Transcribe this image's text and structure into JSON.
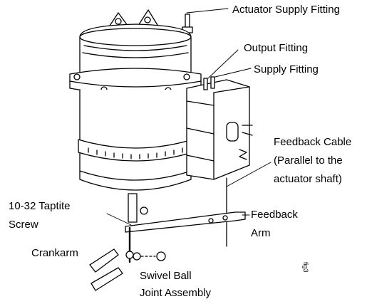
{
  "labels": {
    "actuator_supply_fitting": "Actuator Supply Fitting",
    "output_fitting": "Output Fitting",
    "supply_fitting": "Supply Fitting",
    "feedback_cable": "Feedback Cable",
    "feedback_cable_note_1": "(Parallel to the",
    "feedback_cable_note_2": "actuator shaft)",
    "taptite_1": "10-32 Taptite",
    "taptite_2": "Screw",
    "feedback_arm_1": "Feedback",
    "feedback_arm_2": "Arm",
    "crankarm": "Crankarm",
    "swivel_1": "Swivel Ball",
    "swivel_2": "Joint Assembly",
    "fig_id": "fig3"
  }
}
